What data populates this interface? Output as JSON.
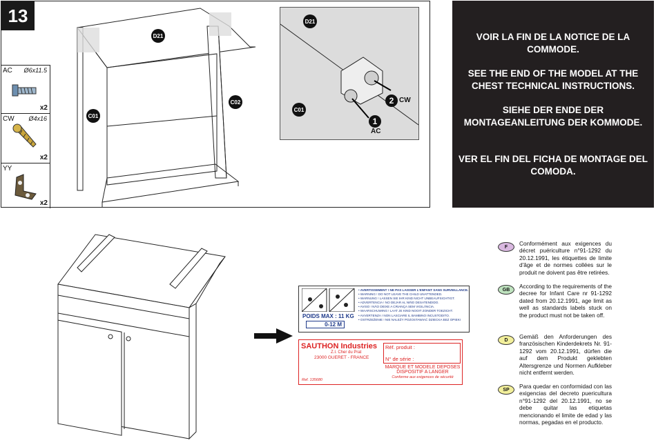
{
  "step": {
    "number": "13"
  },
  "parts": [
    {
      "code": "AC",
      "dim": "Ø6x11.5",
      "qty": "x2",
      "icon": "screw-icon"
    },
    {
      "code": "CW",
      "dim": "Ø4x16",
      "qty": "x2",
      "icon": "wood-screw-icon"
    },
    {
      "code": "YY",
      "dim": "",
      "qty": "x2",
      "icon": "corner-bracket-icon"
    }
  ],
  "markers": {
    "top": "D21",
    "left": "C01",
    "right": "C02",
    "detail_top": "D21",
    "detail_left": "C01",
    "callout_1": "1",
    "callout_1_label": "AC",
    "callout_2": "2",
    "callout_2_label": "CW"
  },
  "notice": [
    "VOIR LA FIN DE LA NOTICE DE LA COMMODE.",
    "SEE THE END OF THE MODEL AT THE CHEST TECHNICAL INSTRUCTIONS.",
    "SIEHE DER ENDE DER MONTAGEANLEITUNG DER KOMMODE.",
    "VER EL FIN DEL FICHA DE MONTAGE DEL COMODA."
  ],
  "languages": [
    {
      "code": "F",
      "color": "#d9b8e0",
      "text": "Conformément aux exigences du décret puériculture n°91-1292 du 20.12.1991, les étiquettes de limite d'âge et de normes collées sur le produit ne doivent pas être retirées."
    },
    {
      "code": "GB",
      "color": "#bfe3bf",
      "text": "According to the requirements of the decree for Infant Care nr 91-1292 dated from 20.12.1991, age limit as well as standards labels stuck on the product must not be taken off."
    },
    {
      "code": "D",
      "color": "#f2ef9b",
      "text": "Gemäß den Anforderungen des französischen Kinderdekrets Nr. 91-1292 vom 20.12.1991, dürfen die auf dem Produkt geklebten Altersgrenze und Normen Aufkleber nicht entfernt werden."
    },
    {
      "code": "SP",
      "color": "#f2ef9b",
      "text": "Para quedar en conformidad con las exigencias del decreto puericultura n°91-1292 del 20.12.1991, no se debe quitar las etiquetas mencionando el limite de edad y las normas, pegadas en el producto."
    }
  ],
  "warning_label": {
    "heading": "• AVERTISSEMENT ! NE PAS LAISSER L'ENFANT SANS SURVEILLANCE.",
    "lines": [
      "• WARNING ! DO NOT LEAVE THE CHILD UNATTENDED.",
      "• WARNUNG ! LASSEN SIE IHR KIND NICHT UNBEAUFSICHTIGT.",
      "• ADVERTENCIA ! NO DEJAR AL NIÑO DESATENDIDO.",
      "• AVISO ! NÃO DEIXE A CRIANÇA SEM VIGILÂNCIA.",
      "• WAARSCHUWING ! LAAT JE KIND NOOIT ZONDER TOEZICHT.",
      "• AVVERTENZA ! NON LASCIARE IL BAMBINO INCUSTODITO.",
      "• OSTRZEŻENIE ! NIE NALEŻY POZOSTAWIAĆ DZIECKA BEZ OPIEKI"
    ],
    "poids": "POIDS MAX : 11 KG",
    "age": "0-12 M"
  },
  "sauthon_label": {
    "company": "SAUTHON Industries",
    "address1": "Z.I. Cher du Prat",
    "address2": "23000 GUERET - FRANCE",
    "ref_produit": "Réf. produit :",
    "serie": "N° de série :",
    "marque1": "MARQUE ET MODELE DEPOSES",
    "marque2": "DISPOSITIF A LANGER",
    "conforme": "Conforme aux exigences de sécurité",
    "ref": "Ref. 135680"
  },
  "colors": {
    "notice_bg": "#231f20",
    "sauthon_red": "#d22222",
    "label_blue": "#1f3a8a"
  }
}
